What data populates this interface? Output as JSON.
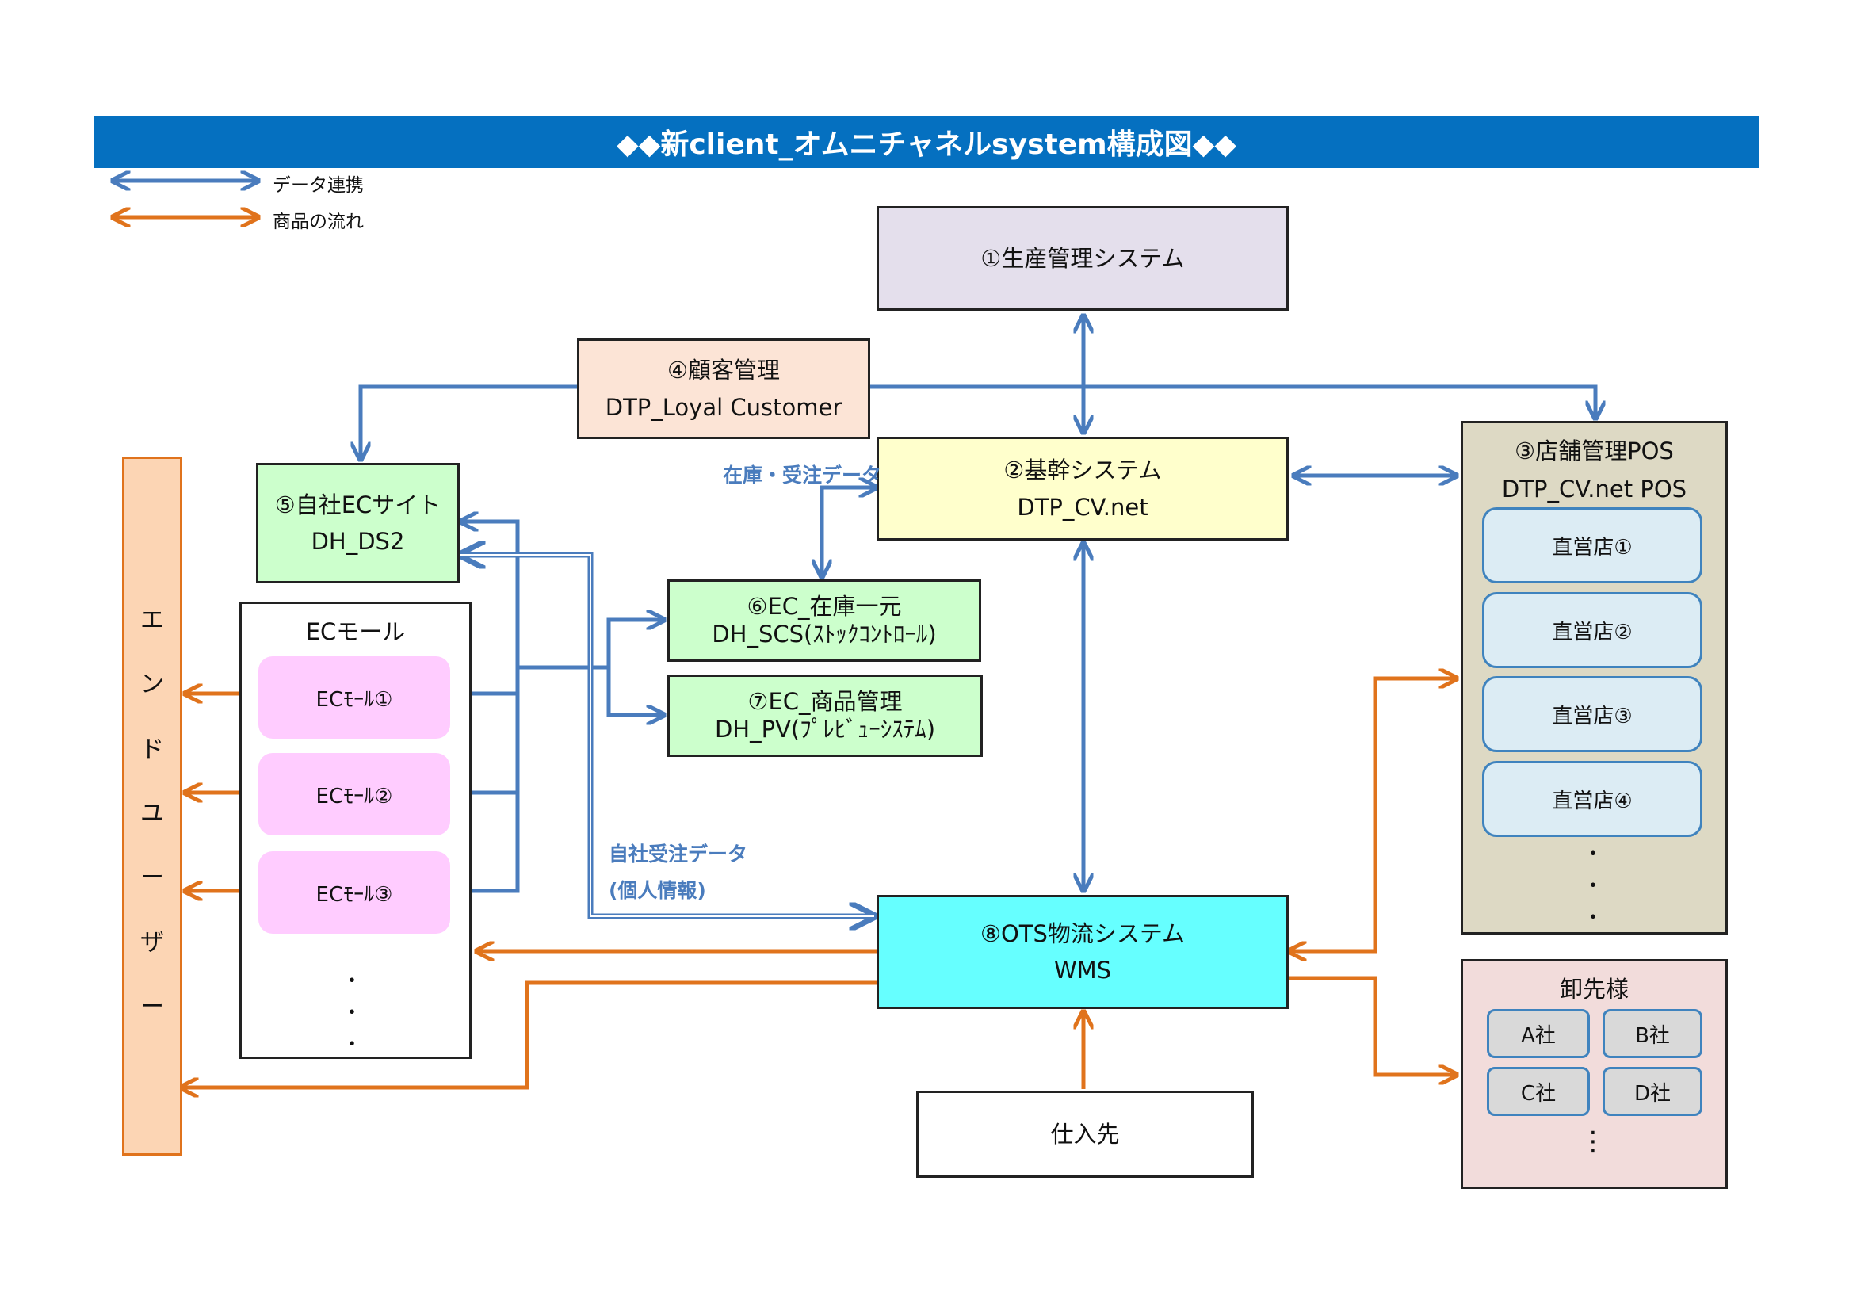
{
  "title": "◆◆新client_オムニチャネルsystem構成図◆◆",
  "legend": {
    "data_link": "データ連携",
    "goods_flow": "商品の流れ"
  },
  "colors": {
    "title_bar": "#0570c0",
    "data_link_arrow": "#4a7cbd",
    "goods_flow_arrow": "#e0731c",
    "production": "#e4dfec",
    "customer": "#fce4d6",
    "core": "#ffffcc",
    "store_pos": "#ddd9c4",
    "ec_green": "#ccffcc",
    "wms": "#66ffff",
    "end_user": "#fcd5b4",
    "wholesale": "#f2dcdb"
  },
  "nodes": {
    "production": {
      "line1": "①生産管理システム"
    },
    "core": {
      "line1": "②基幹システム",
      "line2": "DTP_CV.net"
    },
    "store_pos": {
      "line1": "③店舗管理POS",
      "line2": "DTP_CV.net POS",
      "stores": [
        "直営店①",
        "直営店②",
        "直営店③",
        "直営店④"
      ],
      "more": "・"
    },
    "customer": {
      "line1": "④顧客管理",
      "line2": "DTP_Loyal Customer"
    },
    "own_ec": {
      "line1": "⑤自社ECサイト",
      "line2": "DH_DS2"
    },
    "ec_stock": {
      "line1": "⑥EC_在庫一元",
      "line2": "DH_SCS(ｽﾄｯｸｺﾝﾄﾛｰﾙ)"
    },
    "ec_product": {
      "line1": "⑦EC_商品管理",
      "line2": "DH_PV(ﾌﾟﾚﾋﾞｭｰｼｽﾃﾑ)"
    },
    "wms": {
      "line1": "⑧OTS物流システム",
      "line2": "WMS"
    },
    "ec_mall": {
      "title": "ECモール",
      "malls": [
        "ECﾓｰﾙ①",
        "ECﾓｰﾙ②",
        "ECﾓｰﾙ③"
      ],
      "more": "・"
    },
    "supplier": {
      "line1": "仕入先"
    },
    "wholesale": {
      "title": "卸先様",
      "companies": [
        "A社",
        "B社",
        "C社",
        "D社"
      ],
      "more": "⋮"
    },
    "end_user": {
      "chars": [
        "エ",
        "ン",
        "ド",
        "ユ",
        "ー",
        "ザ",
        "ー"
      ]
    }
  },
  "notes": {
    "stock_order_data": "在庫・受注データ",
    "own_order_data": "自社受注データ",
    "personal_info": "(個人情報)"
  }
}
